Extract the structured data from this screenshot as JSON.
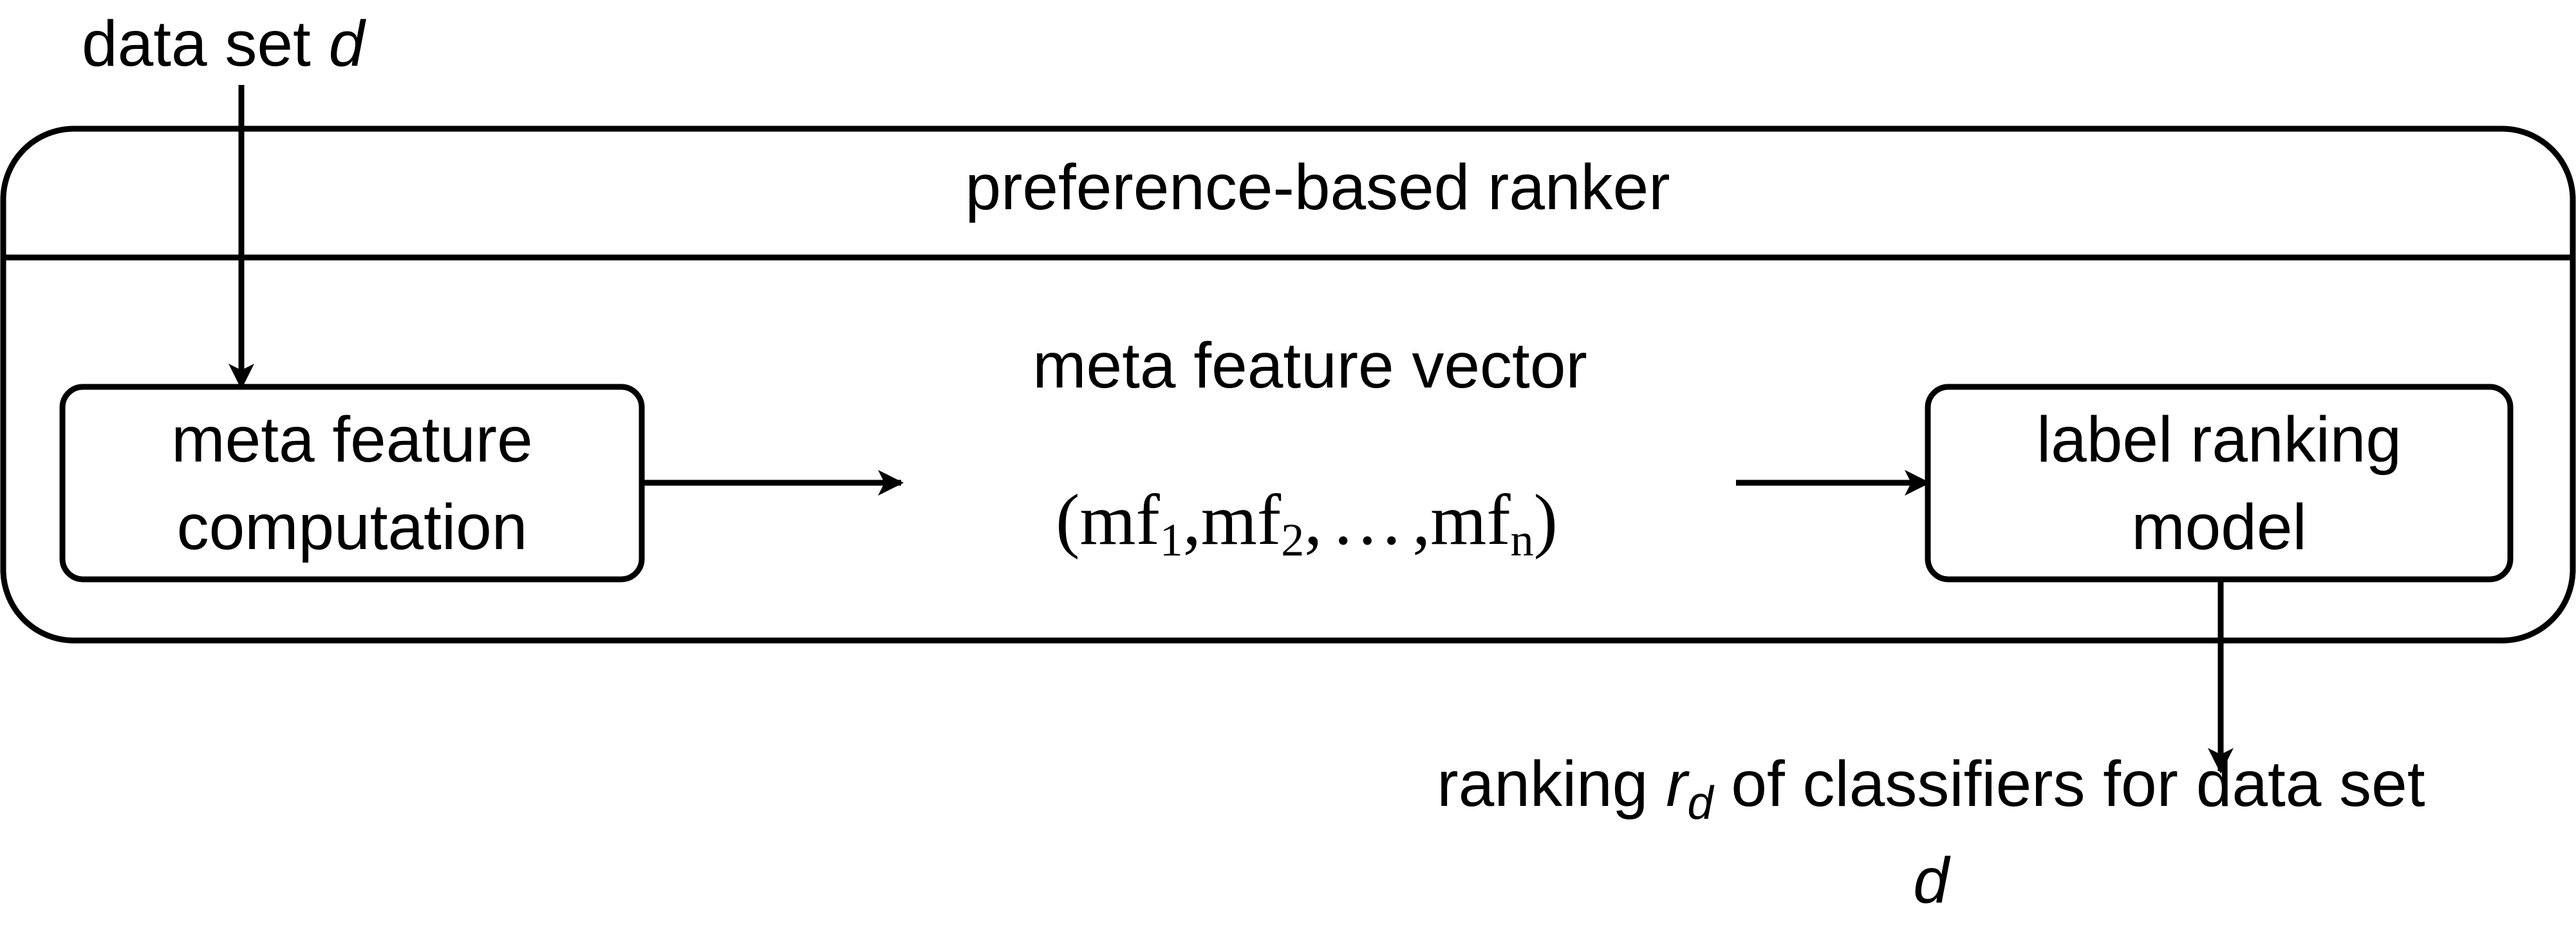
{
  "input": {
    "text": "data set ",
    "var": "d"
  },
  "ranker": {
    "title": "preference-based ranker"
  },
  "meta_feature_box": {
    "line1": "meta feature",
    "line2": "computation"
  },
  "vector": {
    "label": "meta feature vector",
    "open": "(",
    "mf": "mf",
    "sub1": "1",
    "sub2": "2",
    "subn": "n",
    "sep": ",",
    "dots": "…",
    "close": ")"
  },
  "label_ranking_box": {
    "line1": "label ranking",
    "line2": "model"
  },
  "output": {
    "prefix": "ranking ",
    "r": "r",
    "r_sub": "d",
    "suffix": " of classifiers for data set",
    "line2": "d"
  },
  "colors": {
    "stroke": "#000000",
    "background": "#ffffff"
  }
}
